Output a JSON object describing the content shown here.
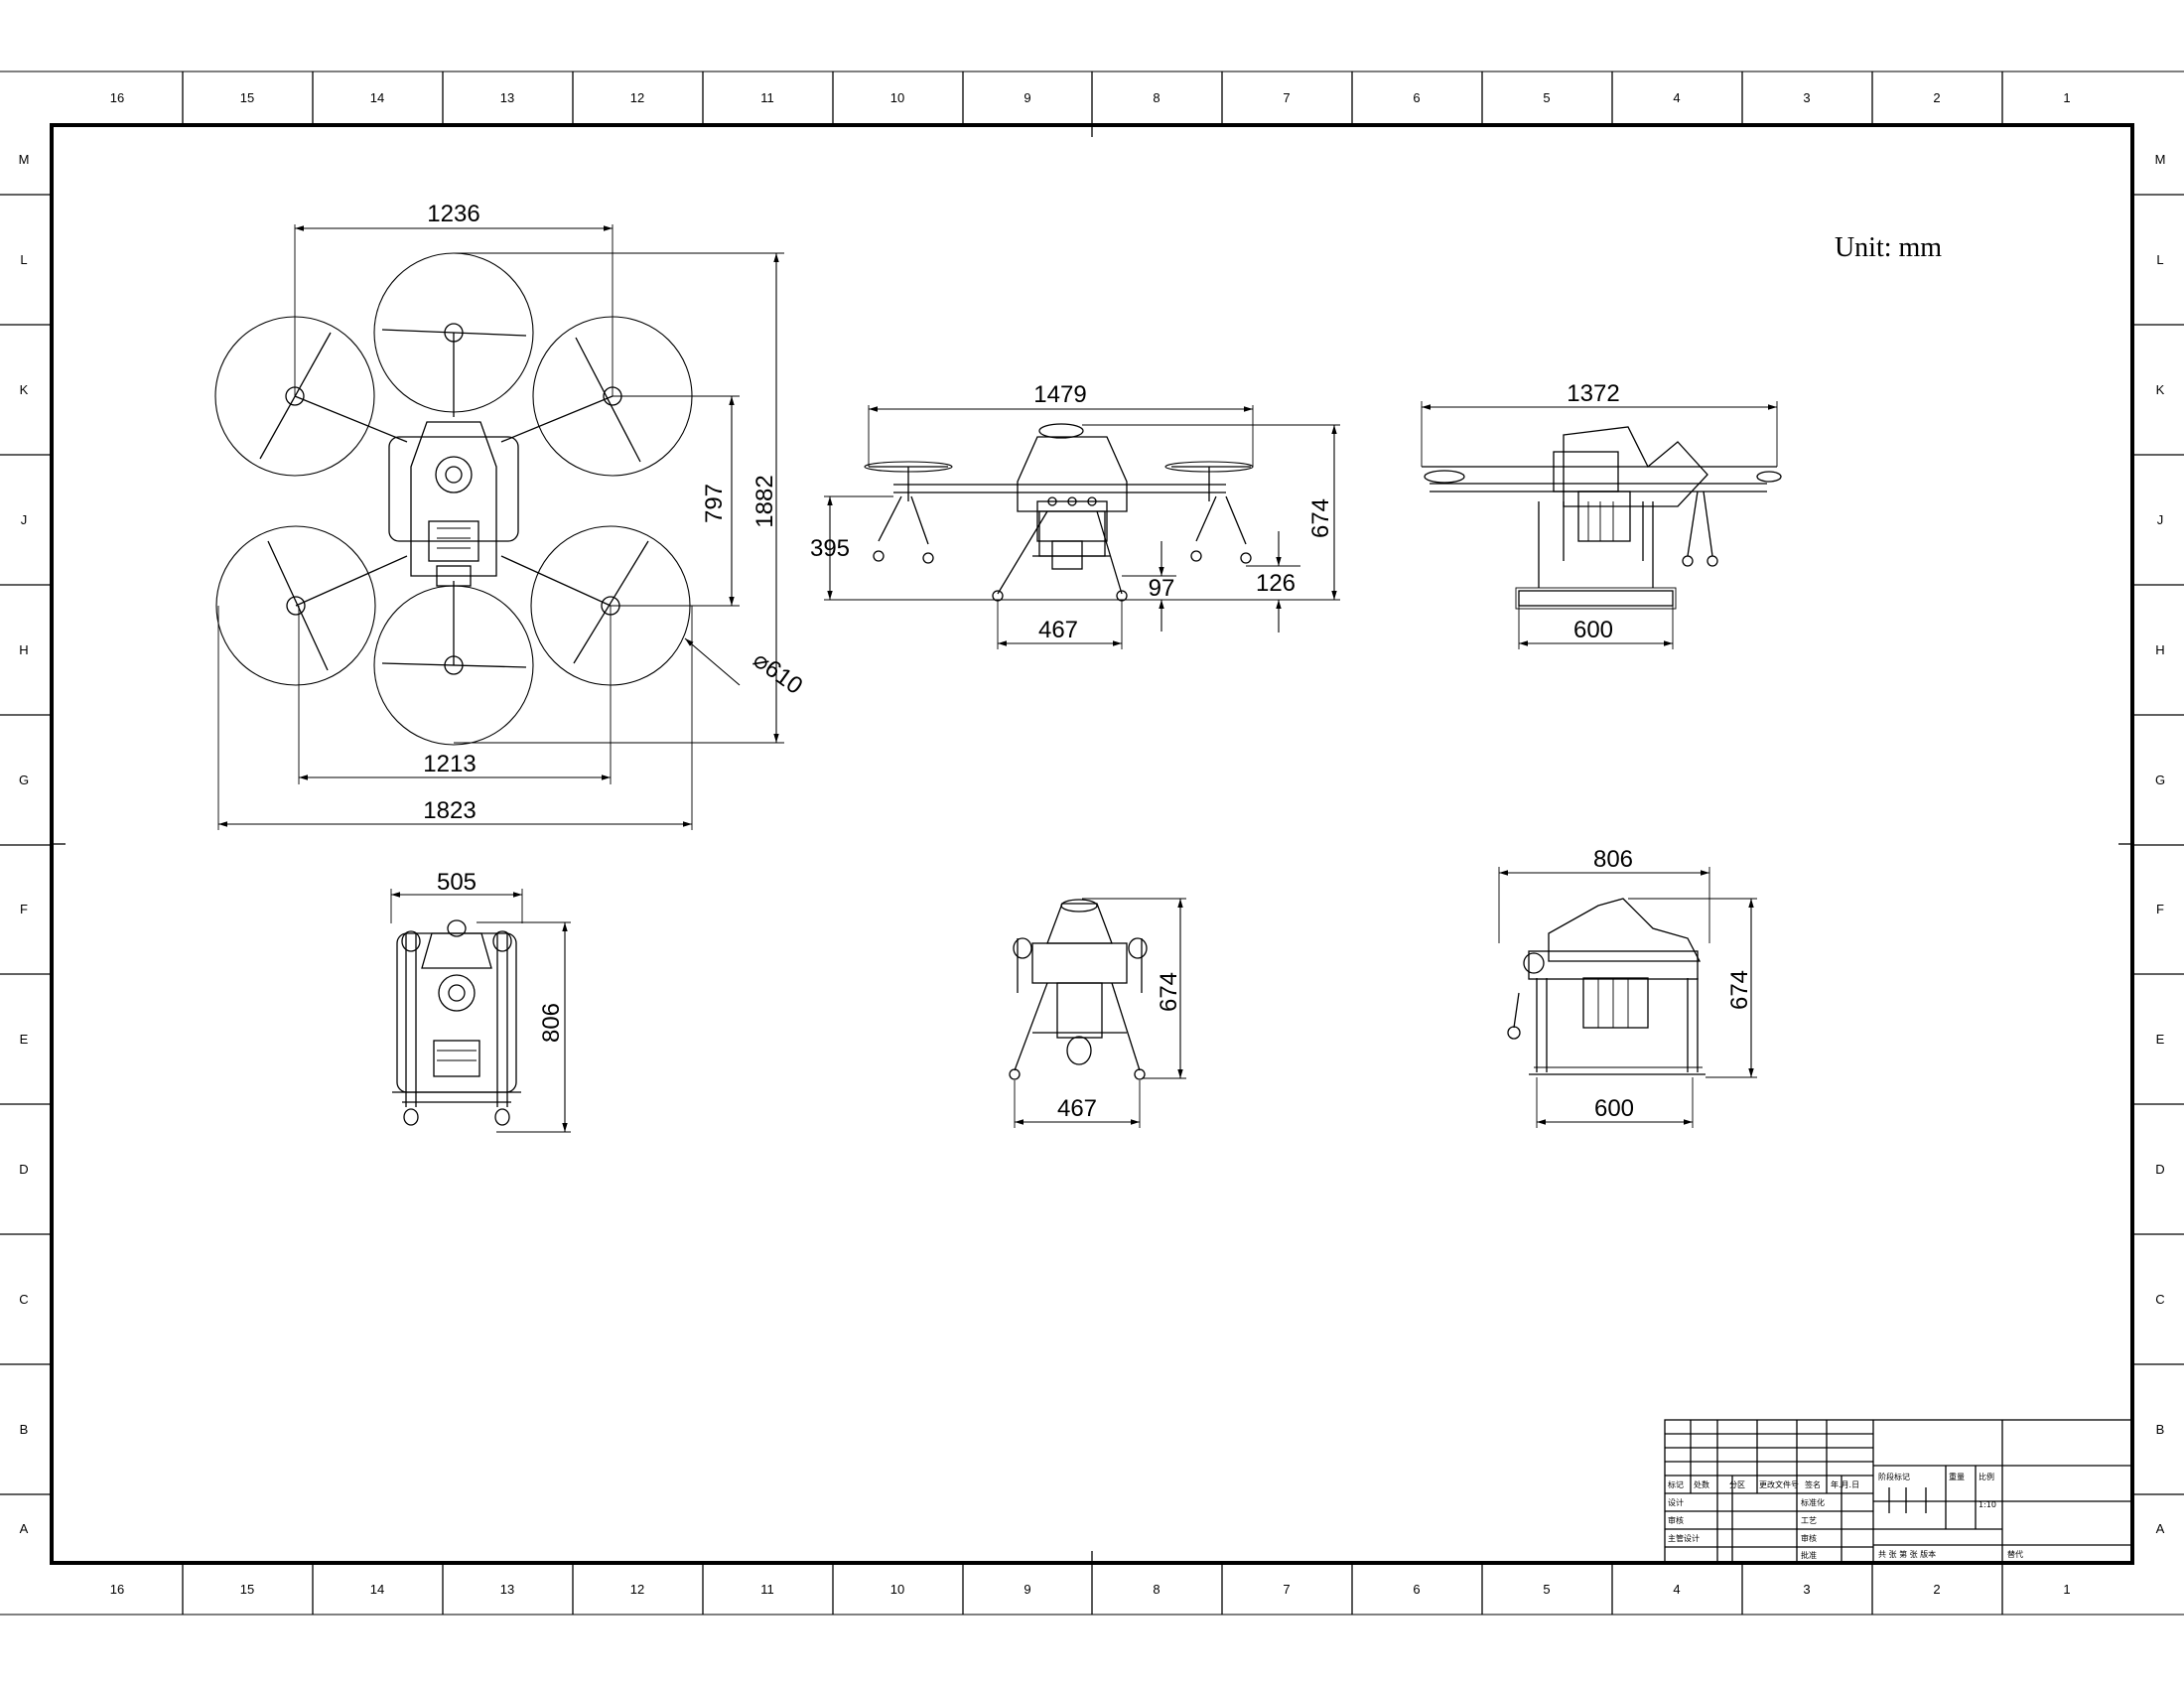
{
  "sheet": {
    "unit_note": "Unit: mm",
    "zone_columns": [
      "16",
      "15",
      "14",
      "13",
      "12",
      "11",
      "10",
      "9",
      "8",
      "7",
      "6",
      "5",
      "4",
      "3",
      "2",
      "1"
    ],
    "zone_rows": [
      "M",
      "L",
      "K",
      "J",
      "H",
      "G",
      "F",
      "E",
      "D",
      "C",
      "B",
      "A"
    ]
  },
  "views": {
    "top": {
      "width_hub": "1236",
      "height_overall": "1882",
      "height_inner": "797",
      "prop_diameter": "⌀610",
      "width_inner": "1213",
      "width_overall": "1823"
    },
    "front": {
      "width_overall": "1479",
      "leg_height": "395",
      "height_overall": "674",
      "nozzle_offset": "97",
      "tank_clearance": "126",
      "leg_span": "467"
    },
    "side": {
      "width_overall": "1372",
      "skid_span": "600"
    },
    "folded_top": {
      "width": "505",
      "length": "806"
    },
    "folded_front": {
      "height": "674",
      "leg_span": "467"
    },
    "folded_side": {
      "width": "806",
      "height": "674",
      "skid_span": "600"
    }
  },
  "title_block": {
    "row_header": [
      "标记",
      "处数",
      "分区",
      "更改文件号",
      "签名",
      "年.月.日"
    ],
    "roles": [
      "设计",
      "审核",
      "主管设计"
    ],
    "process": [
      "标准化",
      "工艺",
      "审核",
      "批准"
    ],
    "stage": "阶段标记",
    "weight": "重量",
    "scale": "比例",
    "scale_value": "1:10",
    "sheet_info": "共  张  第  张  版本",
    "replace": "替代"
  }
}
